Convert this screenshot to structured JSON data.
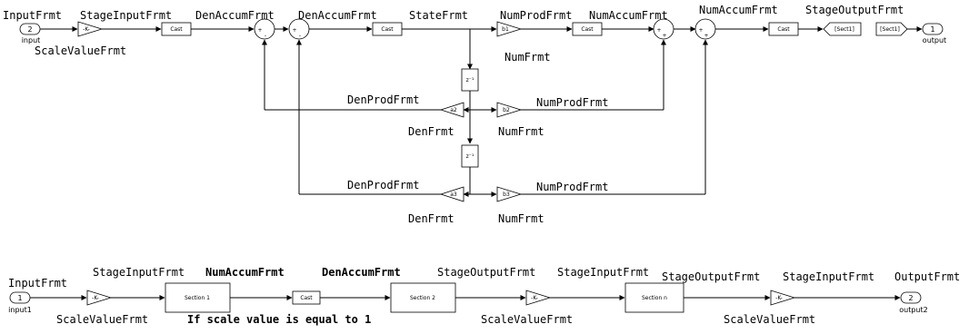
{
  "top": {
    "labels": {
      "input_frmt": "InputFrmt",
      "stage_input_frmt": "StageInputFrmt",
      "den_accum_frmt_1": "DenAccumFrmt",
      "den_accum_frmt_2": "DenAccumFrmt",
      "state_frmt": "StateFrmt",
      "num_prod_frmt_top": "NumProdFrmt",
      "num_accum_frmt_1": "NumAccumFrmt",
      "num_accum_frmt_2": "NumAccumFrmt",
      "stage_output_frmt": "StageOutputFrmt",
      "scale_value_frmt": "ScaleValueFrmt",
      "num_frmt_top": "NumFrmt",
      "den_prod_frmt_1": "DenProdFrmt",
      "num_prod_frmt_1": "NumProdFrmt",
      "den_frmt_1": "DenFrmt",
      "num_frmt_1": "NumFrmt",
      "den_prod_frmt_2": "DenProdFrmt",
      "num_prod_frmt_2": "NumProdFrmt",
      "den_frmt_2": "DenFrmt",
      "num_frmt_2": "NumFrmt"
    },
    "blocks": {
      "in_port_num": "2",
      "in_port_name": "input",
      "out_port_num": "1",
      "out_port_name": "output",
      "gain": "-K-",
      "cast": "Cast",
      "sum_plus": "+",
      "sum_minus": "-",
      "b1": "b1",
      "b2": "b2",
      "b3": "b3",
      "a2": "a2",
      "a3": "a3",
      "delay": "z⁻¹",
      "goto_tag": "[Sect1]",
      "from_tag": "[Sect1]"
    }
  },
  "bottom": {
    "labels": {
      "input_frmt": "InputFrmt",
      "stage_input_frmt_1": "StageInputFrmt",
      "num_accum_frmt": "NumAccumFrmt",
      "den_accum_frmt": "DenAccumFrmt",
      "stage_output_frmt_1": "StageOutputFrmt",
      "stage_input_frmt_2": "StageInputFrmt",
      "stage_output_frmt_2": "StageOutputFrmt",
      "stage_input_frmt_3": "StageInputFrmt",
      "output_frmt": "OutputFrmt",
      "scale_value_frmt_1": "ScaleValueFrmt",
      "scale_value_frmt_2": "ScaleValueFrmt",
      "scale_value_frmt_3": "ScaleValueFrmt",
      "note": "If scale value is equal to 1"
    },
    "blocks": {
      "in_port_num": "1",
      "in_port_name": "input1",
      "out_port_num": "2",
      "out_port_name": "output2",
      "gain": "-K-",
      "section1": "Section 1",
      "cast": "Cast",
      "section2": "Section 2",
      "sectionn": "Section n"
    }
  }
}
